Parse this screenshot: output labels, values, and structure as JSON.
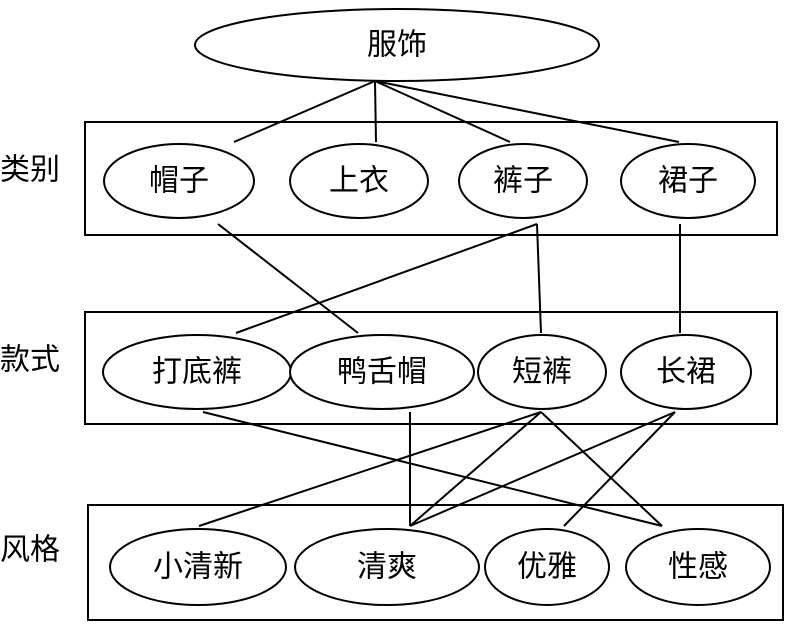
{
  "root": {
    "id": "root",
    "label": "服饰"
  },
  "rows": [
    {
      "id": "category",
      "label": "类别",
      "nodes": [
        {
          "id": "hat",
          "label": "帽子"
        },
        {
          "id": "top",
          "label": "上衣"
        },
        {
          "id": "pants",
          "label": "裤子"
        },
        {
          "id": "skirt",
          "label": "裙子"
        }
      ]
    },
    {
      "id": "style",
      "label": "款式",
      "nodes": [
        {
          "id": "leggings",
          "label": "打底裤"
        },
        {
          "id": "cap",
          "label": "鸭舌帽"
        },
        {
          "id": "shorts",
          "label": "短裤"
        },
        {
          "id": "longskirt",
          "label": "长裙"
        }
      ]
    },
    {
      "id": "vibe",
      "label": "风格",
      "nodes": [
        {
          "id": "fresh",
          "label": "小清新"
        },
        {
          "id": "cool",
          "label": "清爽"
        },
        {
          "id": "elegant",
          "label": "优雅"
        },
        {
          "id": "sexy",
          "label": "性感"
        }
      ]
    }
  ],
  "edges": [
    [
      "root",
      "hat"
    ],
    [
      "root",
      "top"
    ],
    [
      "root",
      "pants"
    ],
    [
      "root",
      "skirt"
    ],
    [
      "hat",
      "cap"
    ],
    [
      "pants",
      "leggings"
    ],
    [
      "pants",
      "shorts"
    ],
    [
      "skirt",
      "longskirt"
    ],
    [
      "leggings",
      "sexy"
    ],
    [
      "cap",
      "cool"
    ],
    [
      "shorts",
      "fresh"
    ],
    [
      "shorts",
      "cool"
    ],
    [
      "shorts",
      "sexy"
    ],
    [
      "longskirt",
      "cool"
    ],
    [
      "longskirt",
      "elegant"
    ]
  ]
}
